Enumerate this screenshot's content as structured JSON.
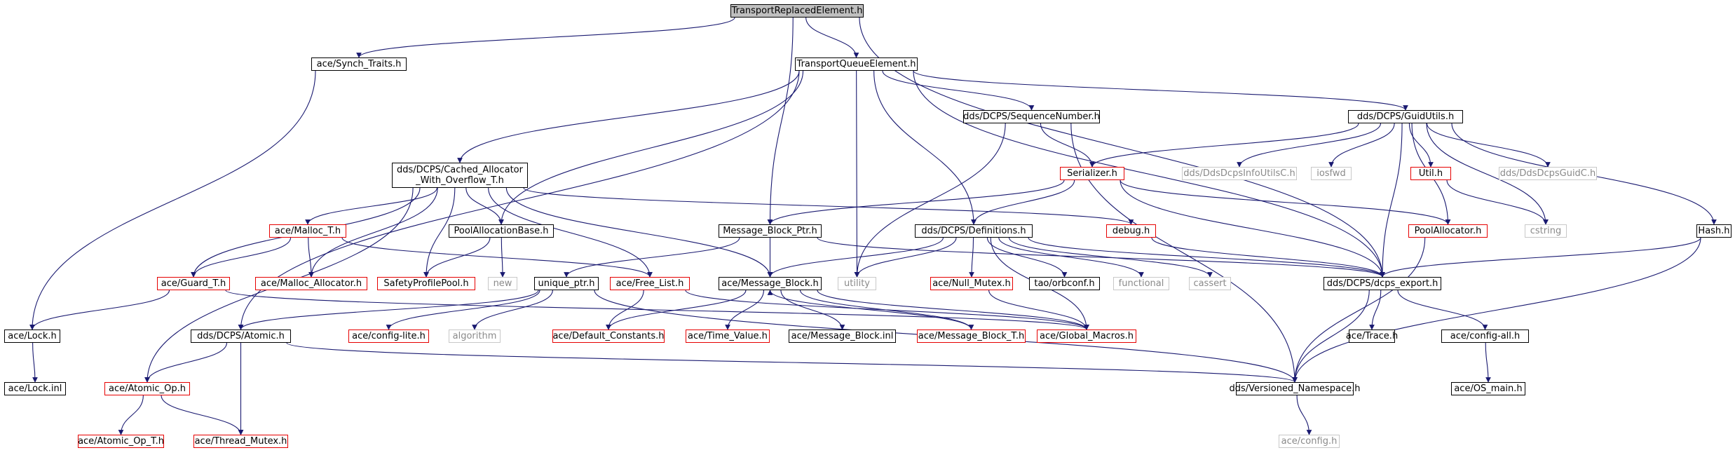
{
  "graph": {
    "colors": {
      "edge": "#191970",
      "box_border": "#000000",
      "external_border": "#e60000",
      "system_border": "#c8c8c8",
      "root_fill": "#bfbfbf"
    },
    "nodes": [
      {
        "id": "n_root",
        "label": "TransportReplacedElement.h",
        "style": "root"
      },
      {
        "id": "n_synch",
        "label": "ace/Synch_Traits.h",
        "style": "normal"
      },
      {
        "id": "n_tqe",
        "label": "TransportQueueElement.h",
        "style": "normal"
      },
      {
        "id": "n_lock",
        "label": "ace/Lock.h",
        "style": "normal"
      },
      {
        "id": "n_lockinl",
        "label": "ace/Lock.inl",
        "style": "normal"
      },
      {
        "id": "n_atomic",
        "label": "dds/DCPS/Atomic.h",
        "style": "normal"
      },
      {
        "id": "n_cached",
        "label": "dds/DCPS/Cached_Allocator\n_With_Overflow_T.h",
        "style": "normal"
      },
      {
        "id": "n_seq",
        "label": "dds/DCPS/SequenceNumber.h",
        "style": "normal"
      },
      {
        "id": "n_guid",
        "label": "dds/DCPS/GuidUtils.h",
        "style": "normal"
      },
      {
        "id": "n_serializer",
        "label": "Serializer.h",
        "style": "red"
      },
      {
        "id": "n_infoutils",
        "label": "dds/DdsDcpsInfoUtilsC.h",
        "style": "grey"
      },
      {
        "id": "n_iosfwd",
        "label": "iosfwd",
        "style": "grey"
      },
      {
        "id": "n_util",
        "label": "Util.h",
        "style": "red"
      },
      {
        "id": "n_guidc",
        "label": "dds/DdsDcpsGuidC.h",
        "style": "grey"
      },
      {
        "id": "n_malloc",
        "label": "ace/Malloc_T.h",
        "style": "red"
      },
      {
        "id": "n_poolbase",
        "label": "PoolAllocationBase.h",
        "style": "normal"
      },
      {
        "id": "n_mbptr",
        "label": "Message_Block_Ptr.h",
        "style": "normal"
      },
      {
        "id": "n_defs",
        "label": "dds/DCPS/Definitions.h",
        "style": "normal"
      },
      {
        "id": "n_debug",
        "label": "debug.h",
        "style": "red"
      },
      {
        "id": "n_poolalloc",
        "label": "PoolAllocator.h",
        "style": "red"
      },
      {
        "id": "n_cstring",
        "label": "cstring",
        "style": "grey"
      },
      {
        "id": "n_hash",
        "label": "Hash.h",
        "style": "normal"
      },
      {
        "id": "n_guard",
        "label": "ace/Guard_T.h",
        "style": "red"
      },
      {
        "id": "n_mallocalloc",
        "label": "ace/Malloc_Allocator.h",
        "style": "red"
      },
      {
        "id": "n_safety",
        "label": "SafetyProfilePool.h",
        "style": "red"
      },
      {
        "id": "n_new",
        "label": "new",
        "style": "grey"
      },
      {
        "id": "n_unique",
        "label": "unique_ptr.h",
        "style": "normal"
      },
      {
        "id": "n_freelist",
        "label": "ace/Free_List.h",
        "style": "red"
      },
      {
        "id": "n_mb",
        "label": "ace/Message_Block.h",
        "style": "normal"
      },
      {
        "id": "n_utility",
        "label": "utility",
        "style": "grey"
      },
      {
        "id": "n_nullmutex",
        "label": "ace/Null_Mutex.h",
        "style": "red"
      },
      {
        "id": "n_orbconf",
        "label": "tao/orbconf.h",
        "style": "normal"
      },
      {
        "id": "n_functional",
        "label": "functional",
        "style": "grey"
      },
      {
        "id": "n_cassert",
        "label": "cassert",
        "style": "grey"
      },
      {
        "id": "n_export",
        "label": "dds/DCPS/dcps_export.h",
        "style": "normal"
      },
      {
        "id": "n_configlite",
        "label": "ace/config-lite.h",
        "style": "red"
      },
      {
        "id": "n_algorithm",
        "label": "algorithm",
        "style": "grey"
      },
      {
        "id": "n_defconst",
        "label": "ace/Default_Constants.h",
        "style": "red"
      },
      {
        "id": "n_timevalue",
        "label": "ace/Time_Value.h",
        "style": "red"
      },
      {
        "id": "n_mbinl",
        "label": "ace/Message_Block.inl",
        "style": "normal"
      },
      {
        "id": "n_mbt",
        "label": "ace/Message_Block_T.h",
        "style": "red"
      },
      {
        "id": "n_globalmacros",
        "label": "ace/Global_Macros.h",
        "style": "red"
      },
      {
        "id": "n_trace",
        "label": "ace/Trace.h",
        "style": "normal"
      },
      {
        "id": "n_configall",
        "label": "ace/config-all.h",
        "style": "normal"
      },
      {
        "id": "n_atomicop",
        "label": "ace/Atomic_Op.h",
        "style": "red"
      },
      {
        "id": "n_versioned",
        "label": "dds/Versioned_Namespace.h",
        "style": "normal"
      },
      {
        "id": "n_osmain",
        "label": "ace/OS_main.h",
        "style": "normal"
      },
      {
        "id": "n_atomicopt",
        "label": "ace/Atomic_Op_T.h",
        "style": "red"
      },
      {
        "id": "n_threadmutex",
        "label": "ace/Thread_Mutex.h",
        "style": "red"
      },
      {
        "id": "n_config",
        "label": "ace/config.h",
        "style": "grey"
      }
    ],
    "edges": [
      [
        "n_root",
        "n_synch"
      ],
      [
        "n_root",
        "n_tqe"
      ],
      [
        "n_root",
        "n_mbptr"
      ],
      [
        "n_root",
        "n_export"
      ],
      [
        "n_synch",
        "n_lock"
      ],
      [
        "n_lock",
        "n_lockinl"
      ],
      [
        "n_tqe",
        "n_atomic"
      ],
      [
        "n_tqe",
        "n_cached"
      ],
      [
        "n_tqe",
        "n_poolbase"
      ],
      [
        "n_tqe",
        "n_utility"
      ],
      [
        "n_tqe",
        "n_defs"
      ],
      [
        "n_tqe",
        "n_seq"
      ],
      [
        "n_tqe",
        "n_guid"
      ],
      [
        "n_tqe",
        "n_export"
      ],
      [
        "n_seq",
        "n_serializer"
      ],
      [
        "n_seq",
        "n_utility"
      ],
      [
        "n_seq",
        "n_versioned"
      ],
      [
        "n_guid",
        "n_serializer"
      ],
      [
        "n_guid",
        "n_infoutils"
      ],
      [
        "n_guid",
        "n_iosfwd"
      ],
      [
        "n_guid",
        "n_util"
      ],
      [
        "n_guid",
        "n_guidc"
      ],
      [
        "n_guid",
        "n_poolalloc"
      ],
      [
        "n_guid",
        "n_cstring"
      ],
      [
        "n_guid",
        "n_hash"
      ],
      [
        "n_guid",
        "n_export"
      ],
      [
        "n_util",
        "n_cstring"
      ],
      [
        "n_serializer",
        "n_mbptr"
      ],
      [
        "n_serializer",
        "n_defs"
      ],
      [
        "n_serializer",
        "n_poolalloc"
      ],
      [
        "n_serializer",
        "n_export"
      ],
      [
        "n_cached",
        "n_malloc"
      ],
      [
        "n_cached",
        "n_poolbase"
      ],
      [
        "n_cached",
        "n_guard"
      ],
      [
        "n_cached",
        "n_mallocalloc"
      ],
      [
        "n_cached",
        "n_safety"
      ],
      [
        "n_cached",
        "n_freelist"
      ],
      [
        "n_cached",
        "n_mb"
      ],
      [
        "n_cached",
        "n_atomicop"
      ],
      [
        "n_cached",
        "n_debug"
      ],
      [
        "n_malloc",
        "n_guard"
      ],
      [
        "n_malloc",
        "n_mallocalloc"
      ],
      [
        "n_malloc",
        "n_freelist"
      ],
      [
        "n_poolbase",
        "n_safety"
      ],
      [
        "n_poolbase",
        "n_new"
      ],
      [
        "n_mbptr",
        "n_unique"
      ],
      [
        "n_mbptr",
        "n_mb"
      ],
      [
        "n_mbptr",
        "n_export"
      ],
      [
        "n_defs",
        "n_mb"
      ],
      [
        "n_defs",
        "n_utility"
      ],
      [
        "n_defs",
        "n_nullmutex"
      ],
      [
        "n_defs",
        "n_orbconf"
      ],
      [
        "n_defs",
        "n_functional"
      ],
      [
        "n_defs",
        "n_cassert"
      ],
      [
        "n_defs",
        "n_globalmacros"
      ],
      [
        "n_defs",
        "n_export"
      ],
      [
        "n_debug",
        "n_export"
      ],
      [
        "n_poolalloc",
        "n_versioned"
      ],
      [
        "n_hash",
        "n_export"
      ],
      [
        "n_hash",
        "n_versioned"
      ],
      [
        "n_guard",
        "n_lock"
      ],
      [
        "n_guard",
        "n_globalmacros"
      ],
      [
        "n_unique",
        "n_atomic"
      ],
      [
        "n_unique",
        "n_configlite"
      ],
      [
        "n_unique",
        "n_algorithm"
      ],
      [
        "n_unique",
        "n_versioned"
      ],
      [
        "n_freelist",
        "n_defconst"
      ],
      [
        "n_freelist",
        "n_globalmacros"
      ],
      [
        "n_mb",
        "n_defconst"
      ],
      [
        "n_mb",
        "n_timevalue"
      ],
      [
        "n_mb",
        "n_mbinl"
      ],
      [
        "n_mb",
        "n_mbt"
      ],
      [
        "n_mb",
        "n_globalmacros"
      ],
      [
        "n_mbt",
        "n_mb"
      ],
      [
        "n_nullmutex",
        "n_globalmacros"
      ],
      [
        "n_export",
        "n_trace"
      ],
      [
        "n_export",
        "n_configall"
      ],
      [
        "n_export",
        "n_versioned"
      ],
      [
        "n_configall",
        "n_osmain"
      ],
      [
        "n_atomic",
        "n_atomicop"
      ],
      [
        "n_atomic",
        "n_threadmutex"
      ],
      [
        "n_atomic",
        "n_versioned"
      ],
      [
        "n_atomicop",
        "n_atomicopt"
      ],
      [
        "n_atomicop",
        "n_threadmutex"
      ],
      [
        "n_versioned",
        "n_config"
      ]
    ]
  }
}
